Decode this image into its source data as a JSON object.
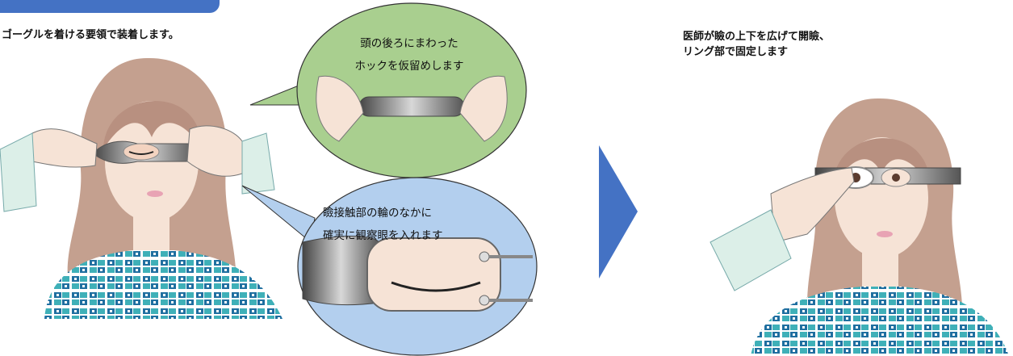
{
  "captions": {
    "left": "ゴーグルを着ける要領で装着します。",
    "right_line1": "医師が瞼の上下を広げて開瞼、",
    "right_line2": "リング部で固定します"
  },
  "bubbles": {
    "top_line1": "頭の後ろにまわった",
    "top_line2": "ホックを仮留めします",
    "bottom_line1": "瞼接触部の輪のなかに",
    "bottom_line2": "確実に観察眼を入れます"
  },
  "colors": {
    "header_tab": "#4472c4",
    "arrow": "#4472c4",
    "bubble_top": "#a9cf8f",
    "bubble_bottom": "#b3cfee",
    "hair": "#c4a08f",
    "skin": "#f6e3d6"
  }
}
